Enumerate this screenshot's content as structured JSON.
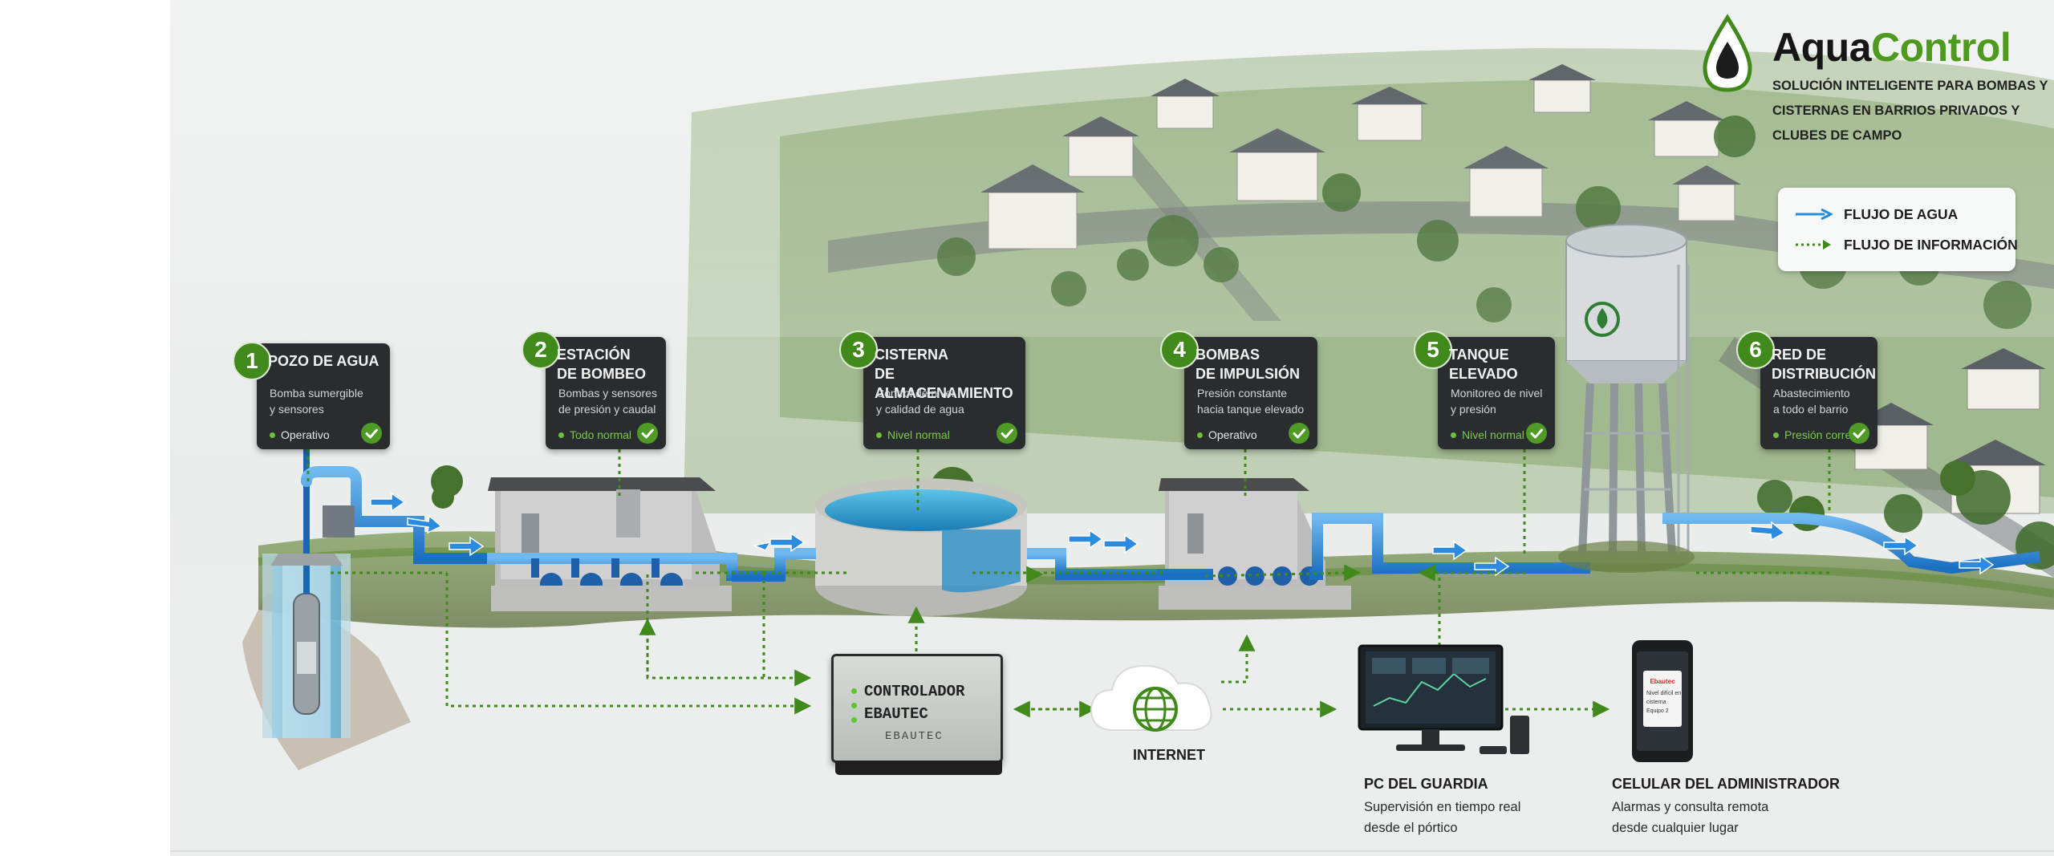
{
  "brand": {
    "name_part1": "Aqua",
    "name_part2": "Control",
    "tagline": "Solución inteligente para bombas y cisternas en barrios privados y clubes de campo",
    "icon": "water-drop-icon",
    "colors": {
      "accent": "#4e9a1e",
      "dark": "#161616"
    }
  },
  "legend": {
    "items": [
      {
        "label": "Flujo de agua",
        "icon": "solid-blue-arrow",
        "color": "#1f8ee0"
      },
      {
        "label": "Flujo de información",
        "icon": "dotted-green-arrow",
        "color": "#3f8a1a"
      }
    ]
  },
  "steps": [
    {
      "number": "1",
      "title": "Pozo de agua",
      "description": "Bomba sumergible\ny sensores",
      "status": "Operativo",
      "status_color": "#e6e6e6"
    },
    {
      "number": "2",
      "title": "Estación\nde bombeo",
      "description": "Bombas y sensores\nde presión y caudal",
      "status": "Todo normal",
      "status_color": "#7cc84e"
    },
    {
      "number": "3",
      "title": "Cisterna\nde almacenamiento",
      "description": "Control de nivel\ny calidad de agua",
      "status": "Nivel normal",
      "status_color": "#7cc84e"
    },
    {
      "number": "4",
      "title": "Bombas\nde impulsión",
      "description": "Presión constante\nhacia tanque elevado",
      "status": "Operativo",
      "status_color": "#e6e6e6"
    },
    {
      "number": "5",
      "title": "Tanque\nelevado",
      "description": "Monitoreo de nivel\ny presión",
      "status": "Nivel normal",
      "status_color": "#7cc84e"
    },
    {
      "number": "6",
      "title": "Red de\ndistribución",
      "description": "Abastecimiento\na todo el barrio",
      "status": "Presión correcta",
      "status_color": "#7cc84e"
    }
  ],
  "controller": {
    "label": "Controlador\nEbautec",
    "brand": "EBAUTEC"
  },
  "internet": {
    "label": "Internet"
  },
  "devices": [
    {
      "title": "PC del guardia",
      "description": "Supervisión en tiempo real\ndesde el pórtico"
    },
    {
      "title": "Celular del administrador",
      "description": "Alarmas y consulta remota\ndesde cualquier lugar"
    }
  ],
  "phone_screen": {
    "brand": "Ebautec",
    "text": "Nivel difícil en\ncisterna\nEquipo 2"
  }
}
